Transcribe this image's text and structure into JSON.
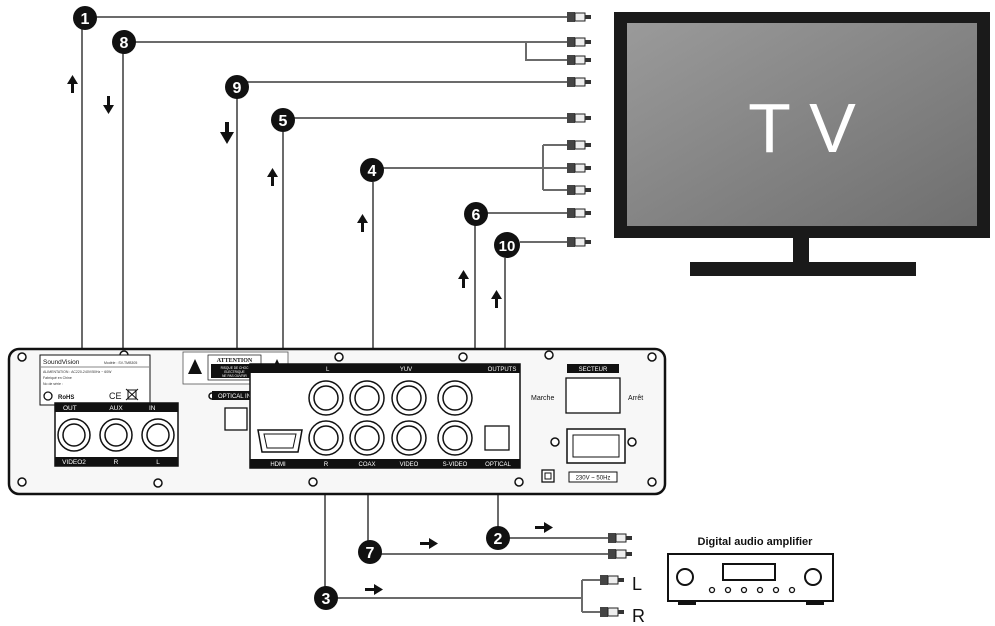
{
  "tv": {
    "label": "T V"
  },
  "amplifier": {
    "title": "Digital audio amplifier"
  },
  "numbers": {
    "n1": "1",
    "n2": "2",
    "n3": "3",
    "n4": "4",
    "n5": "5",
    "n6": "6",
    "n7": "7",
    "n8": "8",
    "n9": "9",
    "n10": "10"
  },
  "channels": {
    "left": "L",
    "right": "R"
  },
  "panel": {
    "brand": "SoundVision",
    "model": "Modèle : SV-TMB305",
    "power_info": "ALIMENTATION : AC220-240V/50Hz ~ 60W",
    "made_in": "Fabriqué en Chine",
    "serial": "No de série :",
    "rohs": "RoHS",
    "ce": "CE",
    "attention_title": "ATTENTION",
    "attention_lines": [
      "RISQUE DE CHOC",
      "ELECTRIQUE",
      "NE PAS OUVRIR"
    ],
    "optical_in": "OPTICAL IN",
    "aux_out": "OUT",
    "aux": "AUX",
    "aux_in": "IN",
    "video2": "VIDEO2",
    "aux_r": "R",
    "aux_l": "L",
    "outputs": "OUTPUTS",
    "yuv": "YUV",
    "out_l": "L",
    "out_r": "R",
    "hdmi": "HDMI",
    "coax": "COAX",
    "video": "VIDEO",
    "svideo": "S-VIDEO",
    "optical": "OPTICAL",
    "secteur": "SECTEUR",
    "marche": "Marche",
    "arret": "Arrêt",
    "voltage": "230V ~ 50Hz"
  },
  "colors": {
    "line": "#6b6b6b",
    "tv_screen": "#8e8e8e",
    "dark": "#111111"
  }
}
